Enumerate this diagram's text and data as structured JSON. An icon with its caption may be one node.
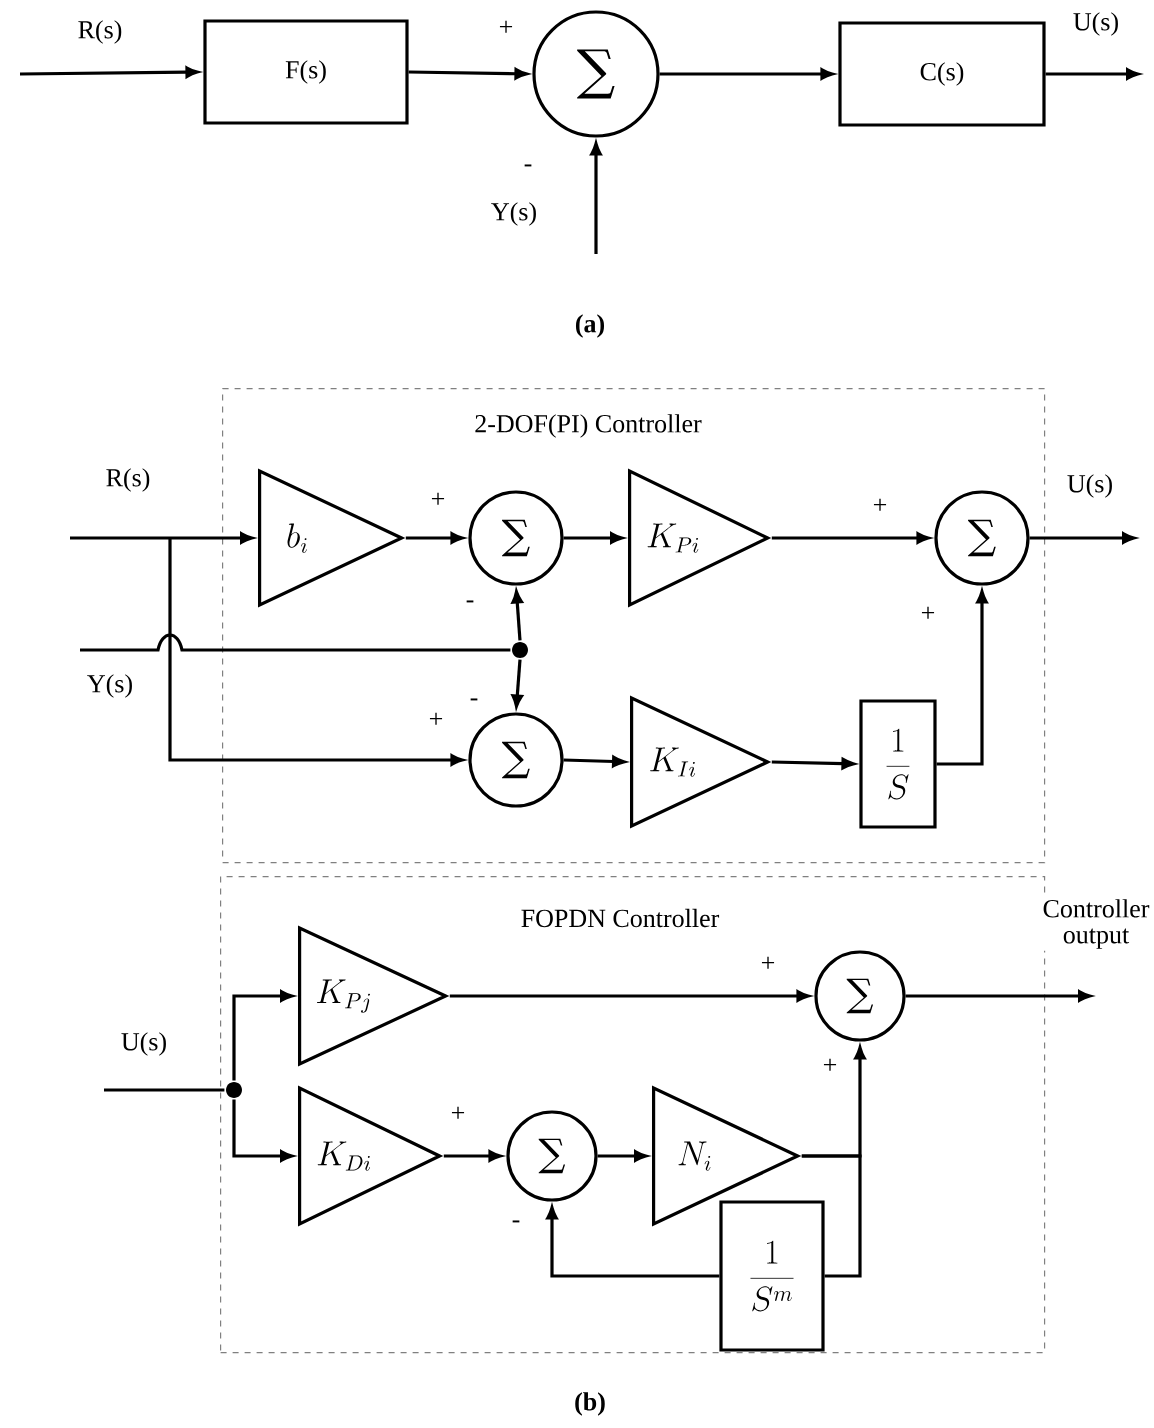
{
  "diagram": {
    "nodes": [
      {
        "text": [
          "F(s)"
        ]
      },
      {
        "text": [
          "∑"
        ]
      },
      {
        "text": [
          "C(s)"
        ]
      },
      {
        "text": [
          "2-DOF(PI) Controller"
        ]
      },
      {
        "text": [
          "b_i"
        ],
        "in": 3
      },
      {
        "text": [
          "∑"
        ],
        "in": 3
      },
      {
        "text": [
          "K_{Pi}"
        ],
        "in": 3
      },
      {
        "text": [
          "∑"
        ],
        "in": 3
      },
      {
        "text": [],
        "shape": "dot",
        "in": 3
      },
      {
        "text": [
          "∑"
        ],
        "in": 3
      },
      {
        "text": [
          "K_{Ii}"
        ],
        "in": 3
      },
      {
        "text": [
          "\\frac{1}{S}"
        ],
        "in": 3
      },
      {
        "text": [
          "FOPDN Controller"
        ]
      },
      {
        "text": [],
        "shape": "dot",
        "in": 12
      },
      {
        "text": [
          "K_{Pj}"
        ],
        "in": 12
      },
      {
        "text": [
          "K_{Di}"
        ],
        "in": 12
      },
      {
        "text": [
          "∑"
        ],
        "in": 12
      },
      {
        "text": [
          "∑"
        ],
        "in": 12
      },
      {
        "text": [
          "N_i"
        ],
        "in": 12
      },
      {
        "text": [
          "\\frac{1}{S^m}"
        ],
        "in": 12
      }
    ],
    "edges": [
      {
        "from": null,
        "to": 0,
        "arrow": "to"
      },
      {
        "from": 0,
        "to": 1,
        "arrow": "to"
      },
      {
        "from": 1,
        "to": 2,
        "arrow": "to"
      },
      {
        "from": 2,
        "to": null,
        "arrow": "to"
      },
      {
        "from": null,
        "to": 1,
        "arrow": "to"
      },
      {
        "from": null,
        "to": 4,
        "arrow": "to"
      },
      {
        "from": null,
        "to": 9,
        "arrow": "to"
      },
      {
        "from": null,
        "to": 8,
        "arrow": "none"
      },
      {
        "from": 8,
        "to": 5,
        "arrow": "to"
      },
      {
        "from": 8,
        "to": 9,
        "arrow": "to"
      },
      {
        "from": 4,
        "to": 5,
        "arrow": "to"
      },
      {
        "from": 5,
        "to": 6,
        "arrow": "to"
      },
      {
        "from": 6,
        "to": 7,
        "arrow": "to"
      },
      {
        "from": 7,
        "to": null,
        "arrow": "to"
      },
      {
        "from": 9,
        "to": 10,
        "arrow": "to"
      },
      {
        "from": 10,
        "to": 11,
        "arrow": "to"
      },
      {
        "from": 11,
        "to": 7,
        "arrow": "to"
      },
      {
        "from": null,
        "to": 13,
        "arrow": "none"
      },
      {
        "from": 13,
        "to": 14,
        "arrow": "to"
      },
      {
        "from": 13,
        "to": 15,
        "arrow": "to"
      },
      {
        "from": 14,
        "to": 16,
        "arrow": "to"
      },
      {
        "from": 16,
        "to": null,
        "arrow": "to"
      },
      {
        "from": 15,
        "to": 17,
        "arrow": "to"
      },
      {
        "from": 17,
        "to": 18,
        "arrow": "to"
      },
      {
        "from": 18,
        "to": 16,
        "arrow": "to"
      },
      {
        "from": 18,
        "to": 19,
        "arrow": "none"
      },
      {
        "from": 19,
        "to": 17,
        "arrow": "to"
      }
    ],
    "labels": [
      "R(s)",
      "+",
      "U(s)",
      "-",
      "Y(s)",
      "(a)",
      "R(s)",
      "U(s)",
      "+",
      "+",
      "-",
      "+",
      "Y(s)",
      "-",
      "+",
      "Controller output",
      "+",
      "U(s)",
      "+",
      "+",
      "-",
      "(b)"
    ]
  }
}
